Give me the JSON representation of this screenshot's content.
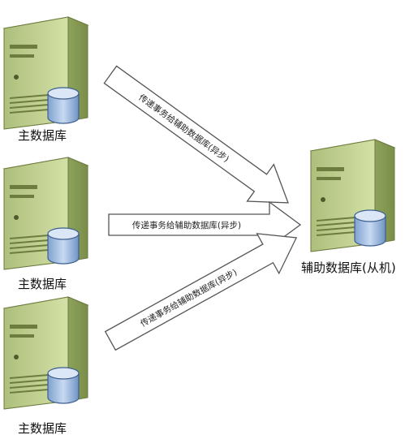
{
  "primary_servers": [
    {
      "label": "主数据库",
      "icon": "server-with-database"
    },
    {
      "label": "主数据库",
      "icon": "server-with-database"
    },
    {
      "label": "主数据库",
      "icon": "server-with-database"
    }
  ],
  "secondary_server": {
    "label": "辅助数据库(从机)",
    "icon": "server-with-database"
  },
  "arrows": [
    {
      "label": "传递事务给辅助数据库(异步)"
    },
    {
      "label": "传递事务给辅助数据库(异步)"
    },
    {
      "label": "传递事务给辅助数据库(异步)"
    }
  ],
  "colors": {
    "server_body": "#b5c98a",
    "server_front": "#c9d99c",
    "server_side": "#8fa35c",
    "server_top": "#dde8bd",
    "db_cylinder": "#a9c3e6",
    "db_top": "#dbe7f6",
    "arrow_fill": "#ffffff",
    "arrow_stroke": "#555555"
  }
}
